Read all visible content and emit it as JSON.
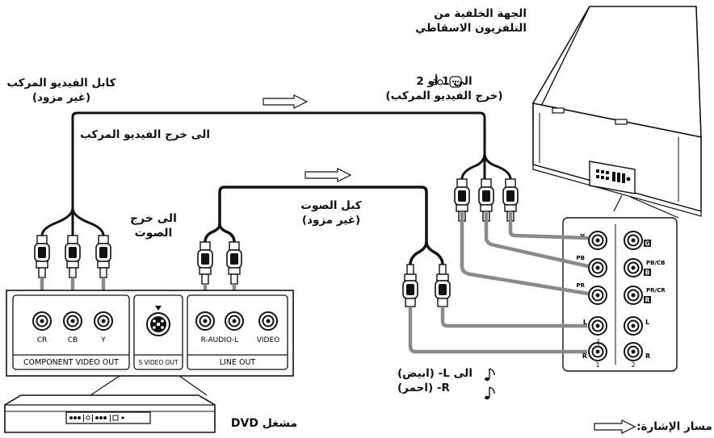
{
  "labels": {
    "tv_title_1": "الجهة الخلفية من",
    "tv_title_2": "التلفزيون الاسقاطي",
    "video_cable_1": "كابل الفيديو المركب",
    "video_cable_2": "(غير مزود)",
    "to_video_out": "الى خرج الفيديو المركب",
    "to_tv_input_1": "الى 1 أو 2",
    "to_tv_input_2": "(خرج الفيديو المركب)",
    "to_audio_out_1": "الى خرج",
    "to_audio_out_2": "الصوت",
    "audio_cable_1": "كبل الصوت",
    "audio_cable_2": "(غير مزود)",
    "to_lr_1": "الى L- (ابيض)",
    "to_lr_2": "R- (احمر)",
    "dvd_player": "مشغل DVD",
    "signal_path": "مسار الإشارة:"
  },
  "dvd_panel": {
    "component_label": "COMPONENT VIDEO OUT",
    "svideo_label": "S VIDEO OUT",
    "line_label": "LINE  OUT",
    "jack_cr": "CR",
    "jack_cb": "CB",
    "jack_y": "Y",
    "jack_audio": "R-AUDIO-L",
    "jack_video": "VIDEO"
  },
  "tv_panel": {
    "in1": {
      "y": "Y",
      "pb": "PB",
      "pr": "PR",
      "l": "L",
      "r": "R",
      "label": "1"
    },
    "in2": {
      "y_badge": "G",
      "pb": "PB/CB",
      "pb_badge": "B",
      "pr": "PR/CR",
      "pr_badge": "R",
      "l": "L",
      "r": "R",
      "label": "2"
    }
  },
  "colors": {
    "line": "#111111",
    "wire_gray": "#8a8a8a",
    "bg": "#ffffff"
  }
}
